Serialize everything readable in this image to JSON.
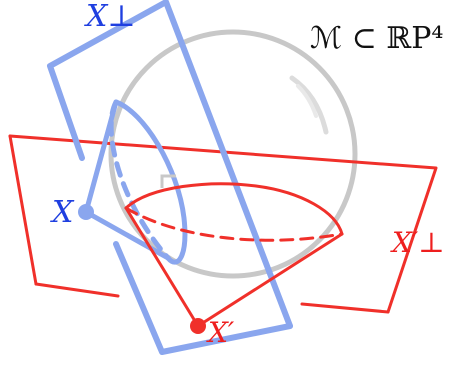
{
  "labels": {
    "manifold": "ℳ ⊂ ℝP⁴",
    "x_perp": "X⊥",
    "x": "X",
    "x_prime": "X′",
    "x_prime_perp": "X′⊥"
  },
  "colors": {
    "blue": "#8aa6ee",
    "red": "#f0302a",
    "sphere": "#c8c8c8",
    "text_blue": "#1f3fe0",
    "text_red": "#ee1e1e",
    "text_black": "#111111"
  }
}
